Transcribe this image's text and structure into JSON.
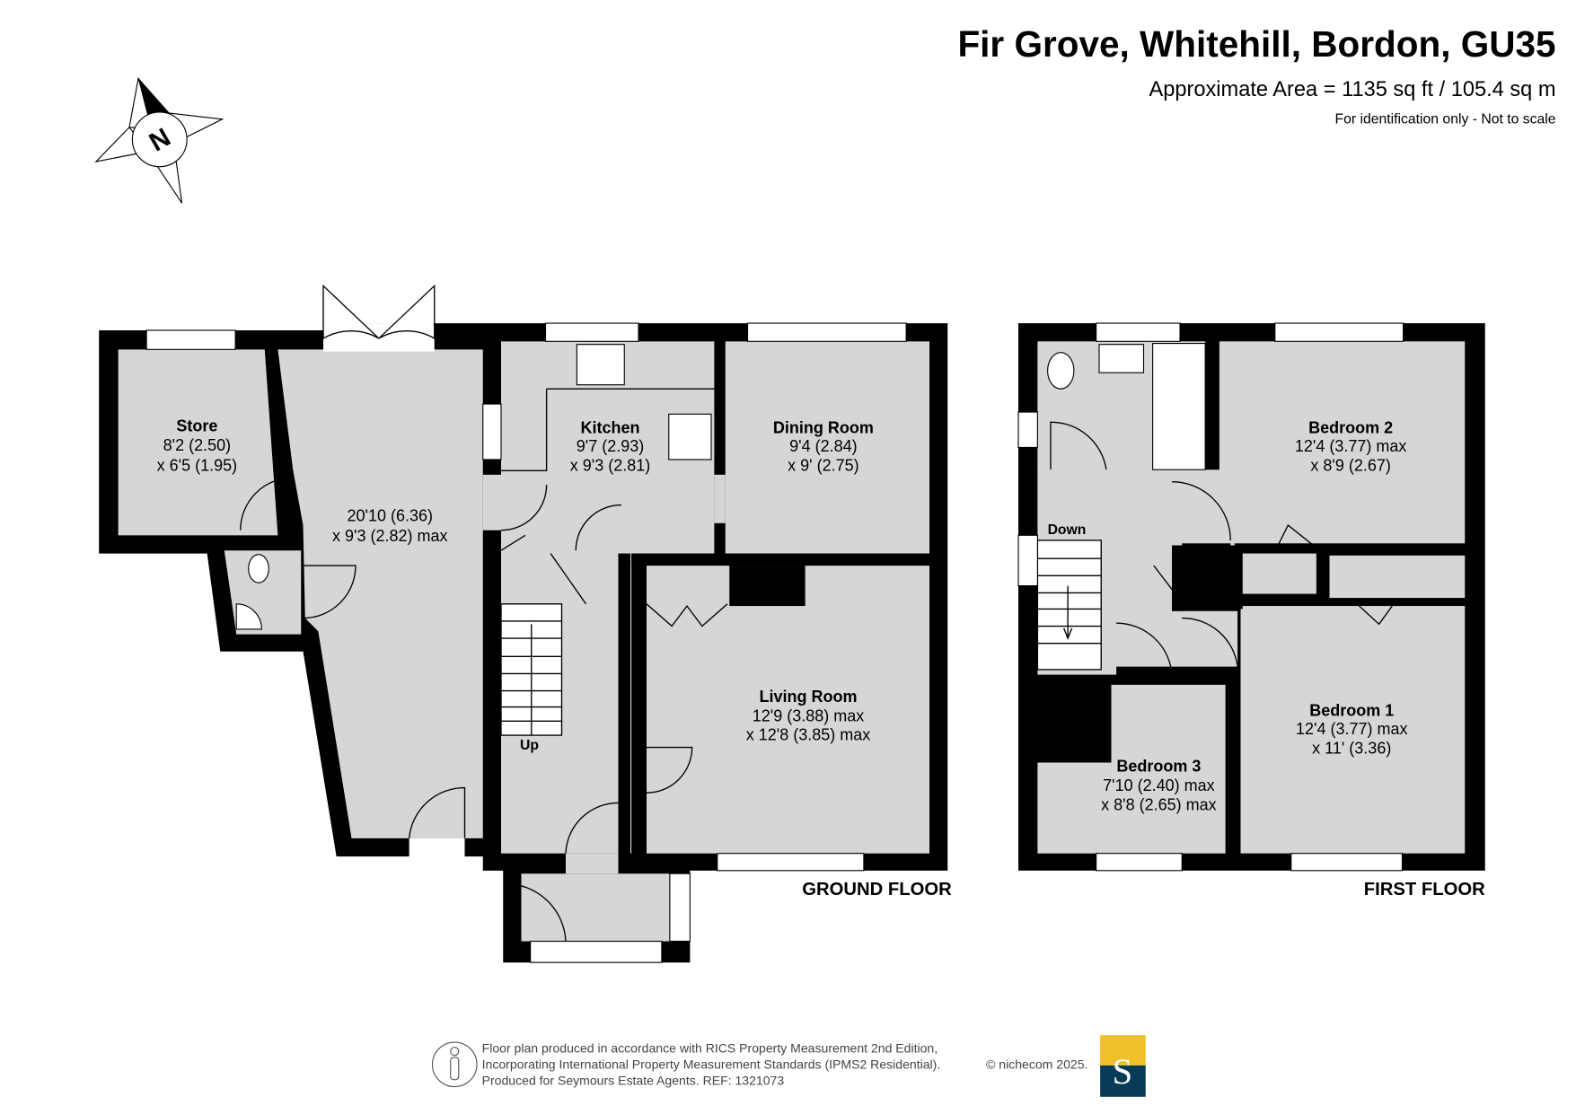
{
  "header": {
    "title": "Fir Grove, Whitehill, Bordon, GU35",
    "area": "Approximate Area = 1135 sq ft / 105.4 sq m",
    "disclaimer": "For identification only - Not to scale"
  },
  "compass": {
    "label": "N"
  },
  "ground_floor": {
    "label": "GROUND FLOOR",
    "rooms": [
      {
        "name": "Store",
        "dim1": "8'2 (2.50)",
        "dim2": "x 6'5 (1.95)"
      },
      {
        "name": "",
        "dim1": "20'10 (6.36)",
        "dim2": "x 9'3 (2.82) max"
      },
      {
        "name": "Kitchen",
        "dim1": "9'7 (2.93)",
        "dim2": "x 9'3 (2.81)"
      },
      {
        "name": "Dining Room",
        "dim1": "9'4 (2.84)",
        "dim2": "x 9' (2.75)"
      },
      {
        "name": "Living Room",
        "dim1": "12'9 (3.88) max",
        "dim2": "x 12'8 (3.85) max"
      }
    ],
    "stairs_label": "Up"
  },
  "first_floor": {
    "label": "FIRST FLOOR",
    "rooms": [
      {
        "name": "Bedroom 2",
        "dim1": "12'4 (3.77) max",
        "dim2": "x 8'9 (2.67)"
      },
      {
        "name": "Bedroom 1",
        "dim1": "12'4 (3.77) max",
        "dim2": "x 11' (3.36)"
      },
      {
        "name": "Bedroom 3",
        "dim1": "7'10 (2.40) max",
        "dim2": "x 8'8 (2.65) max"
      }
    ],
    "stairs_label": "Down"
  },
  "footer": {
    "line1": "Floor plan produced in accordance with RICS Property Measurement 2nd Edition,",
    "line2": "Incorporating International Property Measurement Standards (IPMS2 Residential).",
    "copyright": "© nichecom 2025.",
    "line3": "Produced for Seymours Estate Agents.   REF: 1321073",
    "logo_letter": "S",
    "logo_colors": {
      "top": "#f0c02a",
      "bottom": "#073b57"
    }
  }
}
